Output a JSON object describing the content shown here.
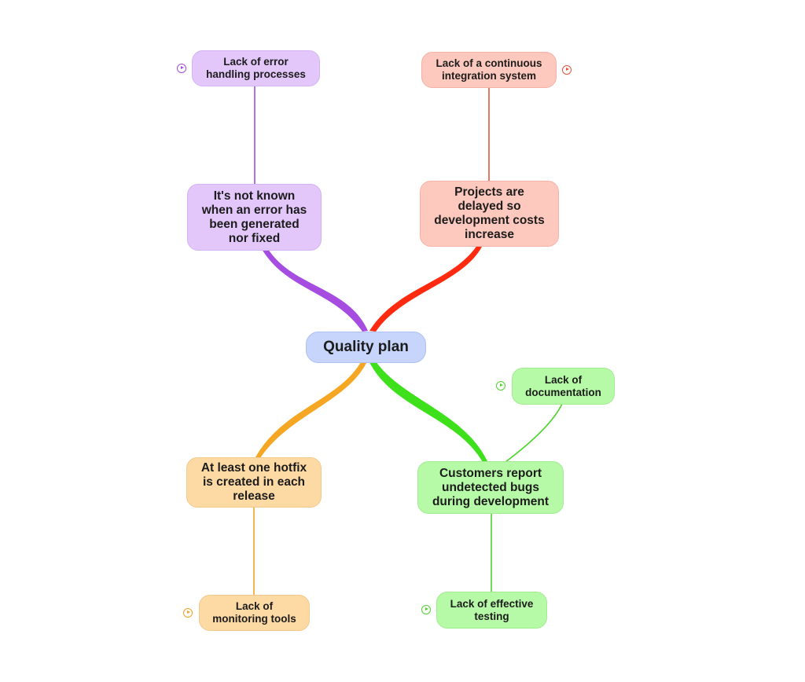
{
  "colors": {
    "purple": "#a64ce0",
    "red": "#ff2a0f",
    "orange": "#f5a623",
    "green": "#3de01a",
    "root_fill": "#c7d4fb"
  },
  "root": {
    "label": "Quality plan"
  },
  "branches": {
    "purple": {
      "topic": [
        "It's not known",
        "when an error has",
        "been generated",
        "nor fixed"
      ],
      "subtopic": [
        "Lack of error",
        "handling processes"
      ],
      "marker_icon": "play-circle-icon"
    },
    "red": {
      "topic": [
        "Projects are",
        "delayed so",
        "development costs",
        "increase"
      ],
      "subtopic": [
        "Lack of a continuous",
        "integration system"
      ],
      "marker_icon": "play-circle-icon"
    },
    "orange": {
      "topic": [
        "At least one hotfix",
        "is created in each",
        "release"
      ],
      "subtopic": [
        "Lack of",
        "monitoring tools"
      ],
      "marker_icon": "play-circle-icon"
    },
    "green": {
      "topic": [
        "Customers report",
        "undetected bugs",
        "during development"
      ],
      "subtopics": [
        [
          "Lack of",
          "documentation"
        ],
        [
          "Lack of effective",
          "testing"
        ]
      ],
      "marker_icon": "play-circle-icon"
    }
  }
}
